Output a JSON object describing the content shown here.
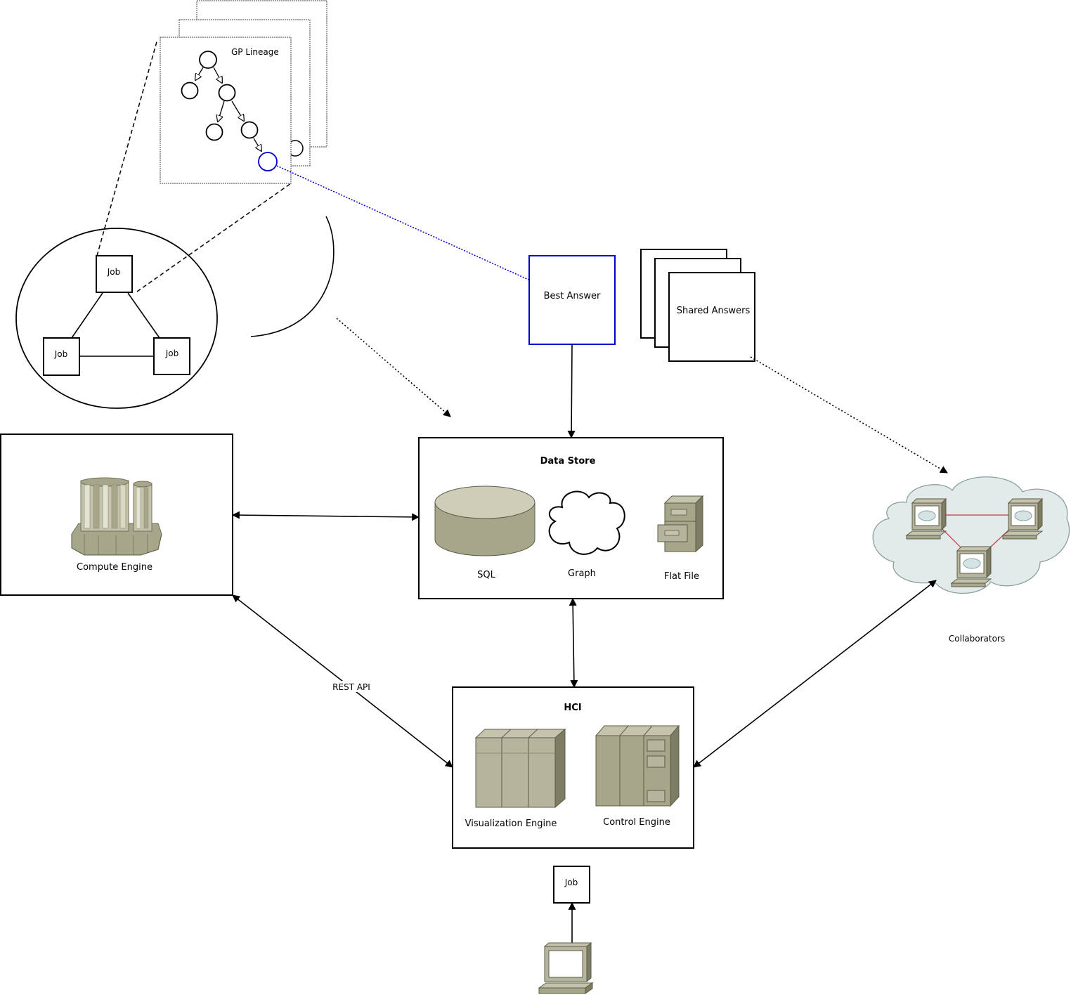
{
  "lineage": {
    "title": "GP Lineage"
  },
  "cluster": {
    "job_top": "Job",
    "job_left": "Job",
    "job_right": "Job"
  },
  "best_answer": {
    "label": "Best Answer"
  },
  "shared_answers": {
    "label": "Shared Answers"
  },
  "compute": {
    "label": "Compute Engine"
  },
  "datastore": {
    "title": "Data Store",
    "sql_label": "SQL",
    "graph_label": "Graph",
    "flatfile_label": "Flat File"
  },
  "collaborators": {
    "label": "Collaborators"
  },
  "rest_api": {
    "label": "REST API"
  },
  "hci": {
    "title": "HCI",
    "viz_label": "Visualization Engine",
    "control_label": "Control Engine"
  },
  "user_job": {
    "label": "Job"
  },
  "colors": {
    "highlight": "#0000cc",
    "equipment": "#b5b59e",
    "equipment_dark": "#7d7d63",
    "cloud_fill": "#e3ebea",
    "network_link": "#cc3344"
  }
}
